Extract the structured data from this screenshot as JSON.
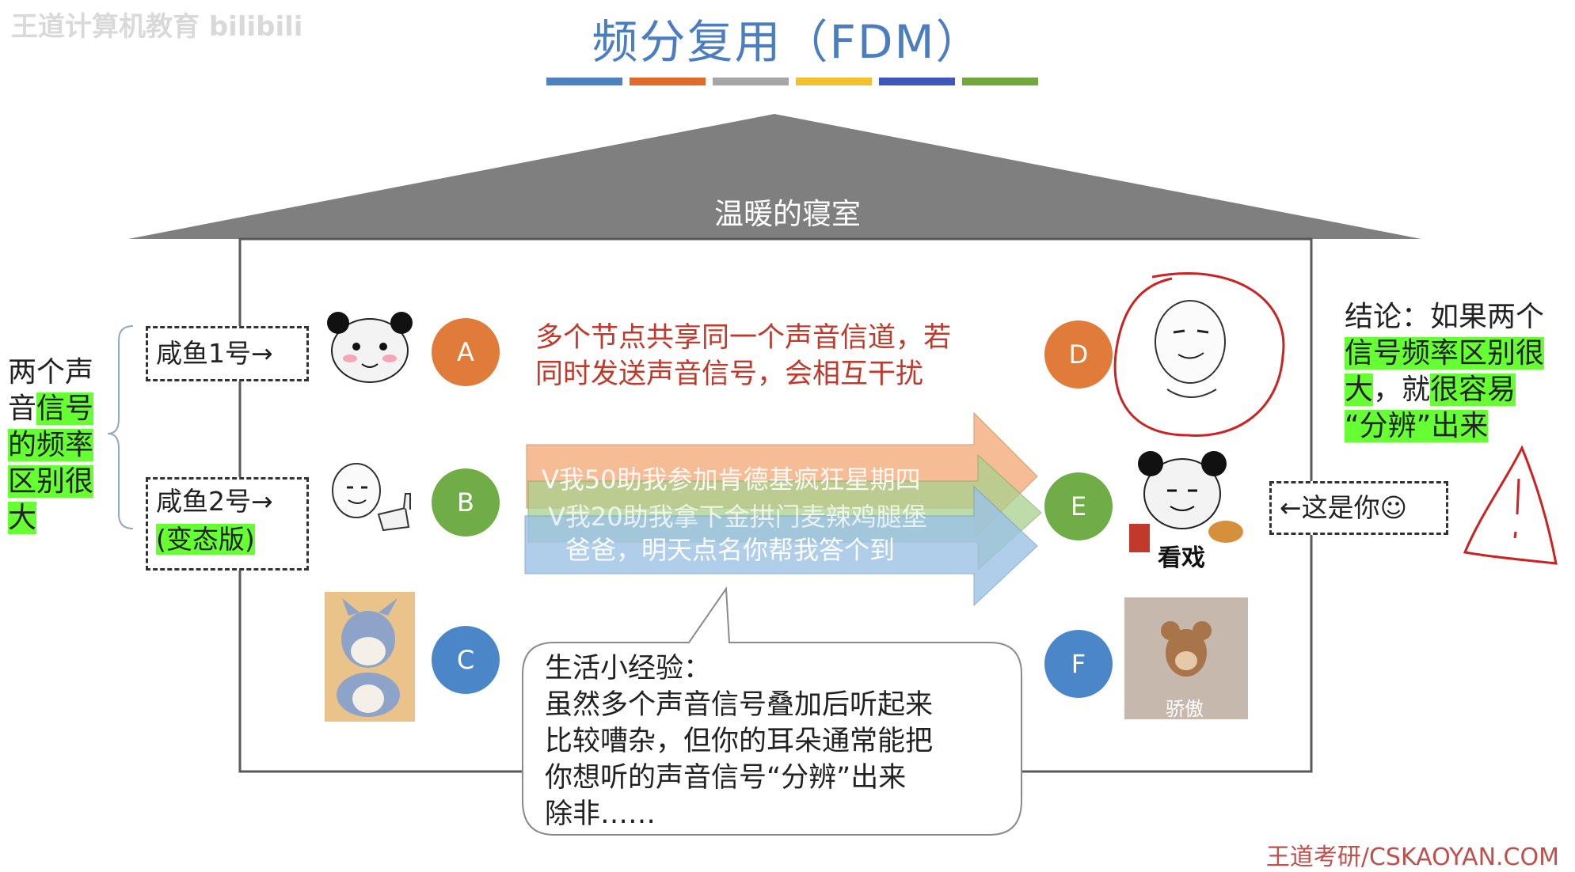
{
  "header": {
    "title": "频分复用（FDM）",
    "watermark": "王道计算机教育 bilibili",
    "stripe_colors": [
      "#4f81bd",
      "#e06c2c",
      "#a6a6a6",
      "#f2c12e",
      "#3f57b8",
      "#72a83e"
    ]
  },
  "house": {
    "roof_label": "温暖的寝室"
  },
  "left_note": {
    "lines": [
      "两个声",
      "音",
      "信号",
      "的频率",
      "区别很",
      "大"
    ]
  },
  "senders": {
    "x1_label": "咸鱼1号→",
    "x2_label_line1": "咸鱼2号→",
    "x2_label_line2": "(变态版)"
  },
  "nodes": [
    {
      "label": "A",
      "color": "#e07b39"
    },
    {
      "label": "B",
      "color": "#70ad47"
    },
    {
      "label": "C",
      "color": "#4a86c8"
    },
    {
      "label": "D",
      "color": "#e07b39"
    },
    {
      "label": "E",
      "color": "#70ad47"
    },
    {
      "label": "F",
      "color": "#4a86c8"
    }
  ],
  "interference_text": {
    "line1": "多个节点共享同一个声音信道，若",
    "line2": "同时发送声音信号，会相互干扰"
  },
  "arrows": [
    {
      "text": "V我50助我参加肯德基疯狂星期四",
      "color": "#f4b183"
    },
    {
      "text": "V我20助我拿下金拱门麦辣鸡腿堡",
      "color": "#a9d18e"
    },
    {
      "text": "爸爸，明天点名你帮我答个到",
      "color": "#9dc3e6"
    }
  ],
  "bubble": {
    "title": "生活小经验：",
    "line1": "虽然多个声音信号叠加后听起来",
    "line2": "比较嘈杂，但你的耳朵通常能把",
    "line3": "你想听的声音信号“分辨”出来",
    "line4": "除非……"
  },
  "meme_labels": {
    "e_caption": "看戏",
    "f_caption": "骄傲"
  },
  "right_note": {
    "line1": "结论：如果两个",
    "line2": "信号频率区别很",
    "line3_a": "大",
    "line3_b": "，就",
    "line3_c": "很容易",
    "line4": "“分辨”出来"
  },
  "you_label": "←这是你☺",
  "footer": "王道考研/CSKAOYAN.COM"
}
